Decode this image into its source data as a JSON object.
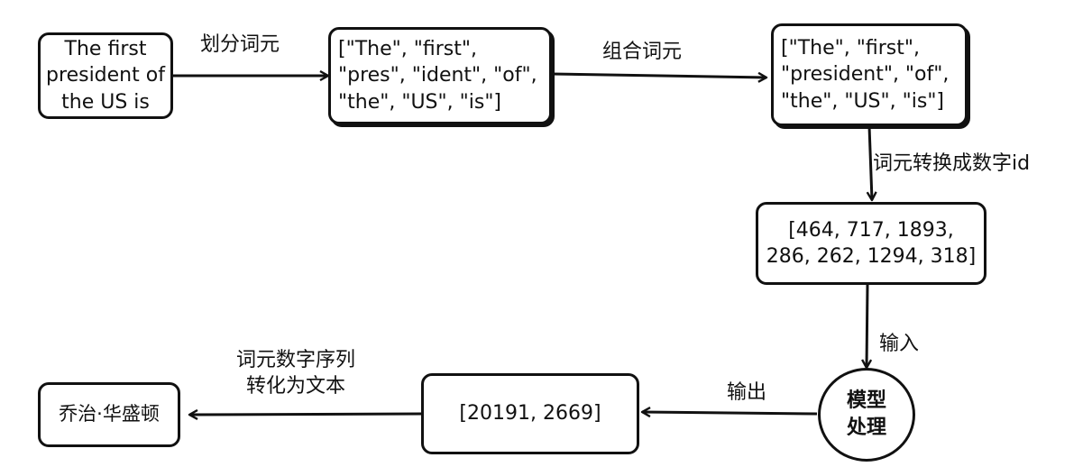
{
  "nodes": {
    "input_text": "The first\npresident of\nthe US is",
    "tokens_split": "[\"The\", \"first\",\n\"pres\", \"ident\", \"of\",\n\"the\", \"US\", \"is\"]",
    "tokens_merged": "[\"The\", \"first\",\n\"president\", \"of\",\n\"the\", \"US\", \"is\"]",
    "token_ids": "[464, 717, 1893,\n286, 262, 1294, 318]",
    "model": "模型\n处理",
    "output_ids": "[20191, 2669]",
    "output_text": "乔治·华盛顿"
  },
  "edges": {
    "split": "划分词元",
    "merge": "组合词元",
    "to_ids": "词元转换成数字id",
    "input": "输入",
    "output": "输出",
    "to_text": "词元数字序列\n转化为文本"
  }
}
